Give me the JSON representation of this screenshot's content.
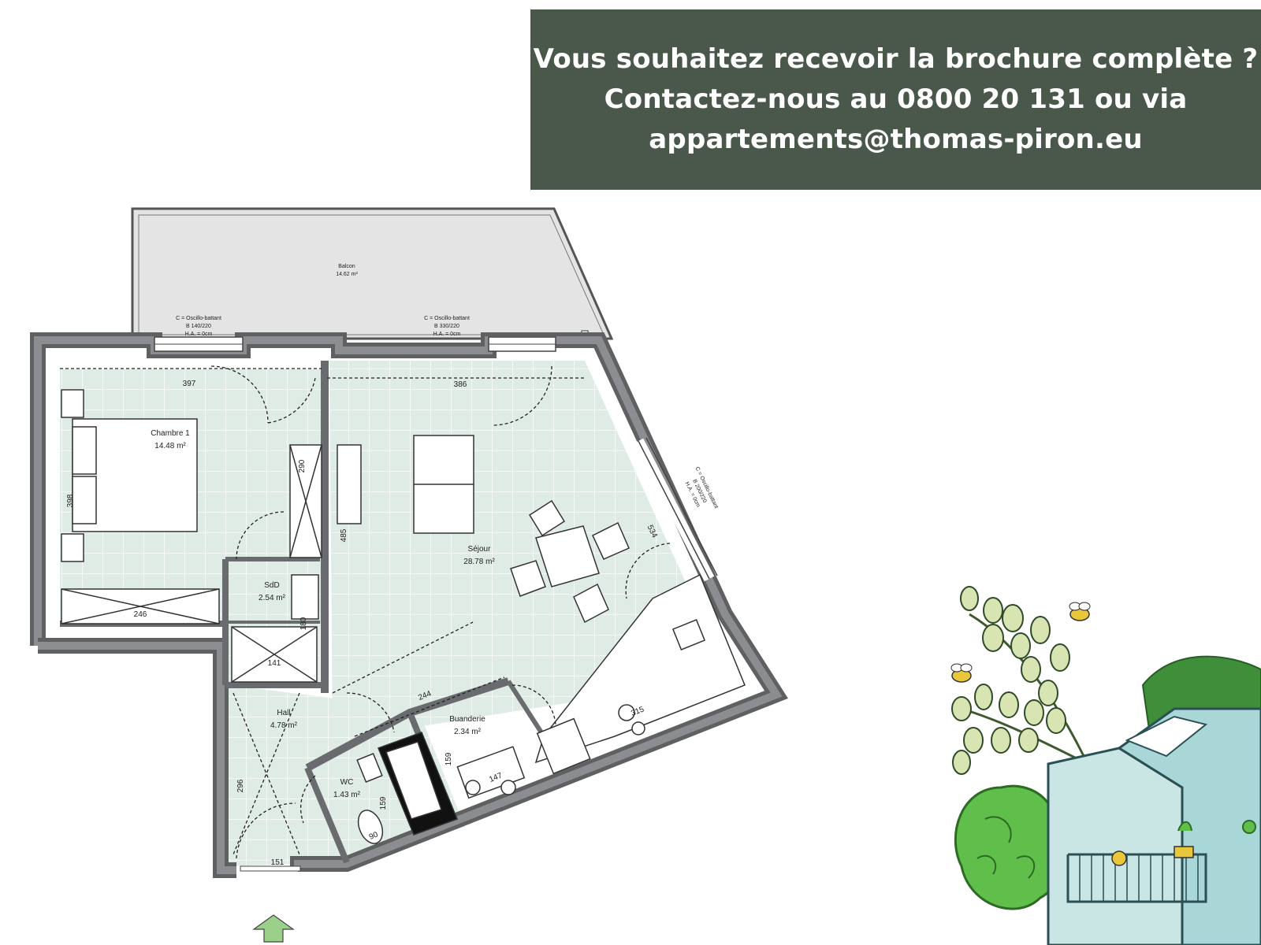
{
  "banner": {
    "line1": "Vous souhaitez recevoir la brochure complète ?",
    "line2": "Contactez-nous au 0800 20 131 ou via",
    "line3": "appartements@thomas-piron.eu"
  },
  "colors": {
    "banner_bg": "#4a584b",
    "floor_fill": "#dfece5",
    "balcony_fill": "#e4e4e4",
    "wall": "#5f6062"
  },
  "plan": {
    "rooms": {
      "balcon": {
        "name": "Balcon",
        "area": "14.62 m²"
      },
      "chambre": {
        "name": "Chambre 1",
        "area": "14.48 m²"
      },
      "sejour": {
        "name": "Séjour",
        "area": "28.78 m²"
      },
      "sdd": {
        "name": "SdD",
        "area": "2.54 m²"
      },
      "hall": {
        "name": "Hall",
        "area": "4.78 m²"
      },
      "buanderie": {
        "name": "Buanderie",
        "area": "2.34 m²"
      },
      "wc": {
        "name": "WC",
        "area": "1.43 m²"
      }
    },
    "windows": {
      "w1": {
        "l1": "C = Oscillo-battant",
        "l2": "B 140/220",
        "l3": "H.A. = 0cm"
      },
      "w2": {
        "l1": "C = Oscillo-battant",
        "l2": "B 330/220",
        "l3": "H.A. = 0cm"
      },
      "w3": {
        "l1": "C = Oscillo-battant",
        "l2": "B 200/220",
        "l3": "H.A. = 0cm"
      }
    },
    "dimensions": {
      "d397": "397",
      "d386": "386",
      "d290": "290",
      "d398": "398",
      "d485": "485",
      "d534": "534",
      "d246": "246",
      "d180": "180",
      "d141": "141",
      "d244": "244",
      "d159a": "159",
      "d147": "147",
      "d315": "315",
      "d296": "296",
      "d159b": "159",
      "d90": "90",
      "d151": "151"
    }
  }
}
